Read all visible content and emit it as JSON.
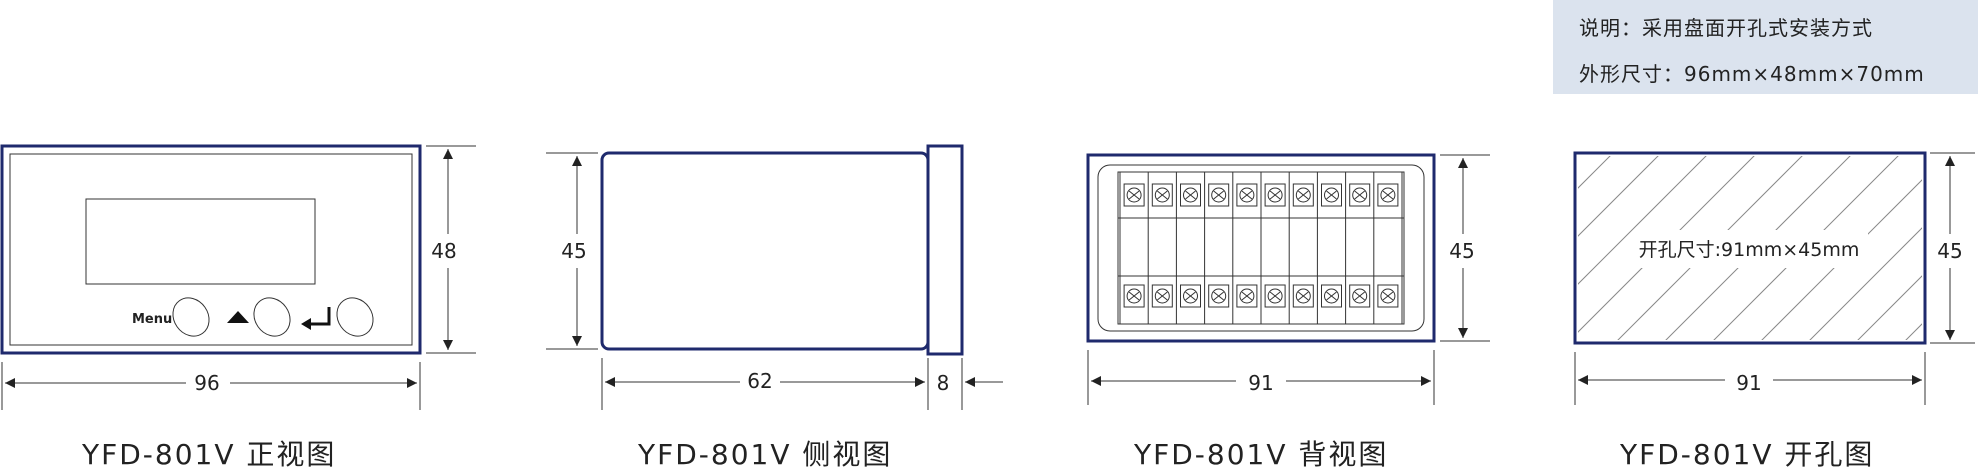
{
  "note": {
    "line1": "说明：采用盘面开孔式安装方式",
    "line2": "外形尺寸：96mm×48mm×70mm"
  },
  "front": {
    "dim_width": "96",
    "dim_height": "48",
    "menu_label": "Menu",
    "caption": "YFD-801V 正视图"
  },
  "side": {
    "dim_height": "45",
    "dim_length": "62",
    "dim_flange": "8",
    "caption": "YFD-801V 侧视图"
  },
  "back": {
    "dim_height": "45",
    "dim_width": "91",
    "caption": "YFD-801V 背视图"
  },
  "cutout": {
    "label": "开孔尺寸:91mm×45mm",
    "dim_height": "45",
    "dim_width": "91",
    "caption": "YFD-801V 开孔图"
  },
  "colors": {
    "outline": "#1f2a6d",
    "line": "#333333",
    "note_bg": "#dbe3ee"
  }
}
